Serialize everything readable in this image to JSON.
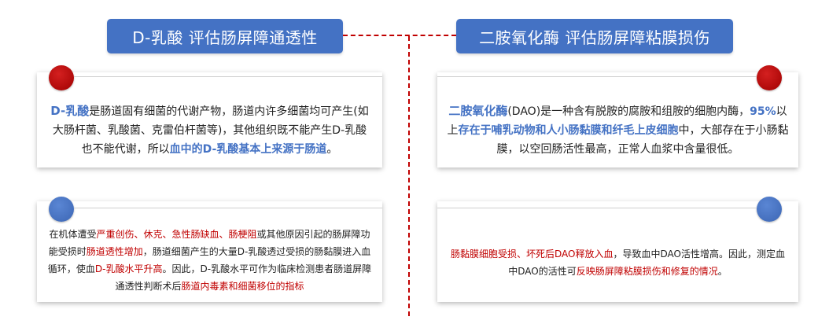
{
  "left": {
    "title": "D-乳酸 评估肠屏障通透性",
    "card1": {
      "term": "D-乳酸",
      "t1": "是肠道固有细菌的代谢产物，肠道内许多细菌均可产生(如大肠杆菌、乳酸菌、克雷伯杆菌等)，其他组织既不能产生D-乳酸也不能代谢，所以",
      "k1": "血中的D-乳酸基本上来源于肠道",
      "t2": "。"
    },
    "card2": {
      "t1": "在机体遭受",
      "k1": "严重创伤、休克、急性肠缺血、肠梗阻",
      "t2": "或其他原因引起的肠屏障功能受损时",
      "k2": "肠道透性增加",
      "t3": "，肠道细菌产生的大量D-乳酸透过受损的肠黏膜进入血循环，使血",
      "k3": "D-乳酸水平升高",
      "t4": "。因此，D-乳酸水平可作为临床检测患者肠道屏障通透性判断术后",
      "k4": "肠道内毒素和细菌移位的指标"
    }
  },
  "right": {
    "title": "二胺氧化酶 评估肠屏障粘膜损伤",
    "card1": {
      "term": "二胺氧化酶",
      "t1": "(DAO)是一种含有脱胺的腐胺和组胺的细胞内酶，",
      "k1": "95%",
      "t2": "以上",
      "k2": "存在于哺乳动物和人小肠黏膜和纤毛上皮细胞",
      "t3": "中，大部存在于小肠黏膜，以空回肠活性最高，正常人血浆中含量很低。"
    },
    "card2": {
      "k1": "肠黏膜细胞受损、坏死后DAO释放入血",
      "t1": "，导致血中DAO活性增高。因此，测定血中DAO的活性可",
      "k2": "反映肠屏障粘膜损伤和修复的情况",
      "t2": "。"
    }
  },
  "colors": {
    "header_bg": "#4472c4",
    "accent_red": "#c00000",
    "accent_blue": "#4472c4"
  }
}
